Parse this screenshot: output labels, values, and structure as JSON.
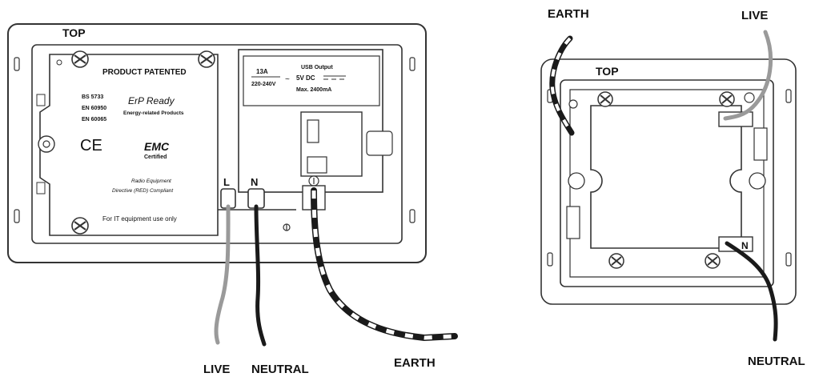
{
  "left_diagram": {
    "top_label": "TOP",
    "product_patented": "PRODUCT PATENTED",
    "standards": [
      "BS 5733",
      "EN 60950",
      "EN 60065"
    ],
    "ce_mark": "CE",
    "erp_ready": "ErP Ready",
    "erp_sub": "Energy-related Products",
    "emc": "EMC",
    "emc_sub": "Certified",
    "radio_line1": "Radio Equipment",
    "radio_line2": "Directive (RED) Compliant",
    "it_use": "For IT equipment use  only",
    "rating_amp": "13A",
    "rating_volt": "220-240V",
    "rating_tilde": "~",
    "usb_title": "USB Output",
    "usb_volt": "5V DC",
    "usb_max": "Max. 2400mA",
    "terminal_l": "L",
    "terminal_n": "N",
    "wire_live": "LIVE",
    "wire_neutral": "NEUTRAL",
    "wire_earth": "EARTH"
  },
  "right_diagram": {
    "top_label": "TOP",
    "wire_earth": "EARTH",
    "wire_live": "LIVE",
    "wire_neutral": "NEUTRAL",
    "terminal_n": "N"
  },
  "colors": {
    "live": "#9a9a9a",
    "neutral": "#1a1a1a",
    "outline": "#333333"
  }
}
